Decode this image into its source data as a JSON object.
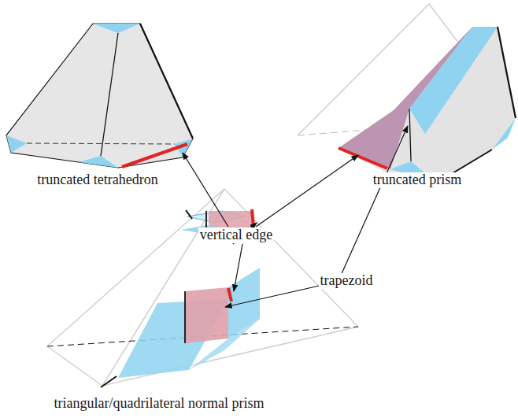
{
  "diagram": {
    "labels": [
      "truncated tetrahedron",
      "truncated prism",
      "vertical edge",
      "trapezoid",
      "triangular/quadrilateral normal prism"
    ]
  }
}
